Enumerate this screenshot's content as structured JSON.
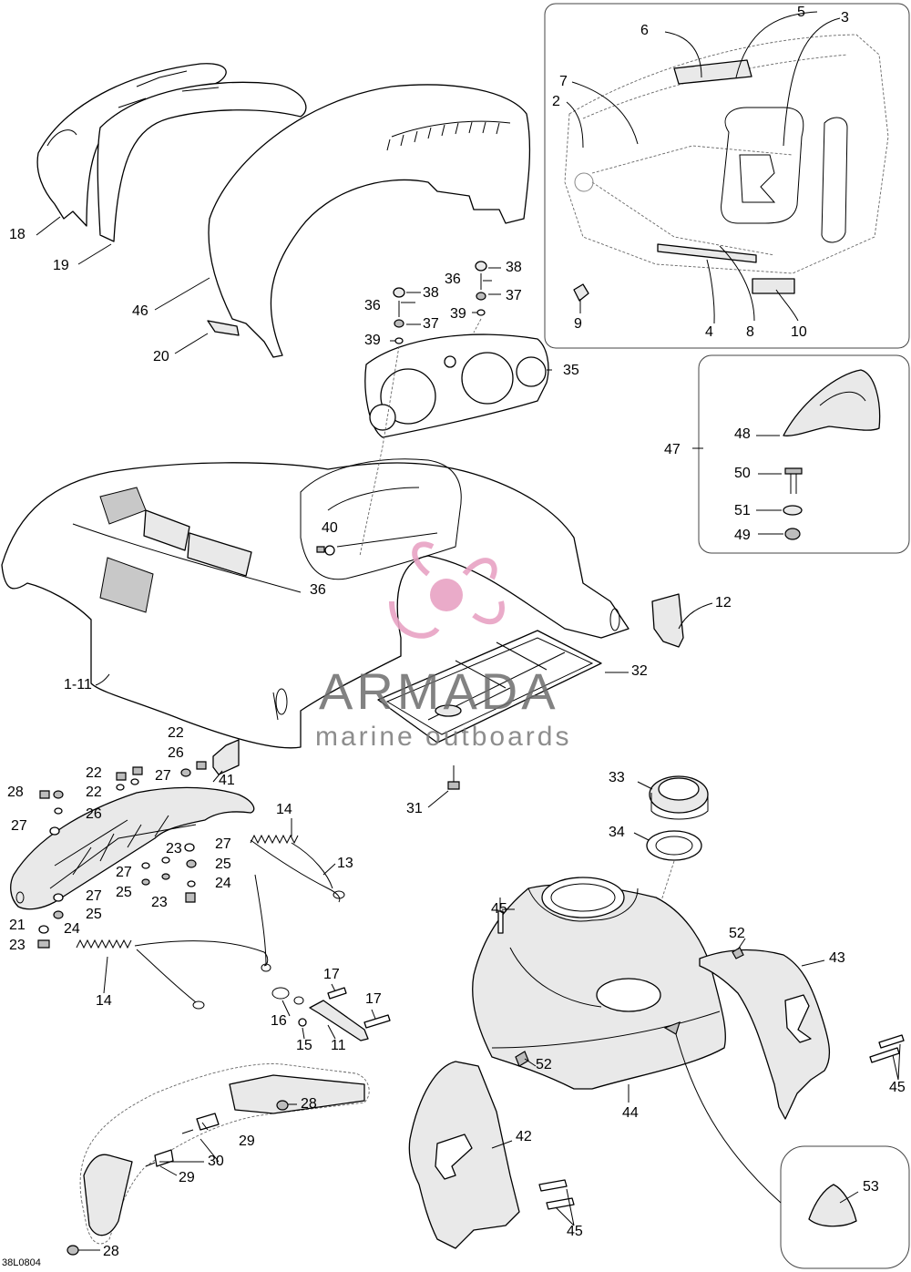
{
  "watermark": {
    "brand": "ARMADA",
    "tagline": "marine outboards",
    "logo_color": "#e8a3c4"
  },
  "diagram_code": "38L0804",
  "callouts": {
    "c1": "1-11",
    "c2": "2",
    "c3": "3",
    "c4": "4",
    "c5": "5",
    "c6": "6",
    "c7": "7",
    "c8": "8",
    "c9": "9",
    "c10": "10",
    "c11": "11",
    "c12": "12",
    "c13": "13",
    "c14a": "14",
    "c14b": "14",
    "c15": "15",
    "c16": "16",
    "c17a": "17",
    "c17b": "17",
    "c18": "18",
    "c19": "19",
    "c20": "20",
    "c21": "21",
    "c22a": "22",
    "c22b": "22",
    "c22c": "22",
    "c23a": "23",
    "c23b": "23",
    "c23c": "23",
    "c24a": "24",
    "c24b": "24",
    "c25a": "25",
    "c25b": "25",
    "c25c": "25",
    "c26a": "26",
    "c26b": "26",
    "c27a": "27",
    "c27b": "27",
    "c27c": "27",
    "c27d": "27",
    "c27e": "27",
    "c28a": "28",
    "c28b": "28",
    "c28c": "28",
    "c29a": "29",
    "c29b": "29",
    "c30": "30",
    "c31": "31",
    "c32": "32",
    "c33": "33",
    "c34": "34",
    "c35": "35",
    "c36a": "36",
    "c36b": "36",
    "c36c": "36",
    "c37a": "37",
    "c37b": "37",
    "c38a": "38",
    "c38b": "38",
    "c39a": "39",
    "c39b": "39",
    "c40": "40",
    "c41": "41",
    "c42": "42",
    "c43": "43",
    "c44": "44",
    "c45a": "45",
    "c45b": "45",
    "c45c": "45",
    "c46": "46",
    "c47": "47",
    "c48": "48",
    "c49": "49",
    "c50": "50",
    "c51": "51",
    "c52a": "52",
    "c52b": "52",
    "c53": "53"
  }
}
